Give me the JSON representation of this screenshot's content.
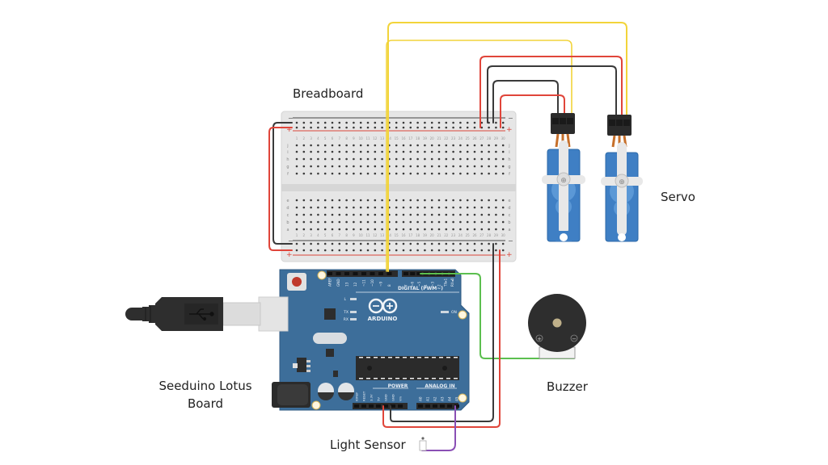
{
  "diagram": {
    "title": "Arduino circuit with breadboard, two servos, buzzer and light sensor",
    "labels": {
      "breadboard": "Breadboard",
      "servo": "Servo",
      "buzzer": "Buzzer",
      "board_line1": "Seeduino Lotus",
      "board_line2": "Board",
      "light_sensor": "Light Sensor"
    },
    "arduino": {
      "logo_text": "ARDUINO",
      "digital_header": "DIGITAL (PWM~)",
      "power_header": "POWER",
      "analog_header": "ANALOG IN",
      "on_label": "ON",
      "led_labels": [
        "L",
        "TX",
        "RX"
      ],
      "digital_pins_left": [
        "AREF",
        "GND",
        "13",
        "12",
        "~11",
        "~10",
        "~9",
        "8"
      ],
      "digital_pins_right": [
        "7",
        "~6",
        "~5",
        "4",
        "~3",
        "2",
        "TX▸1",
        "RX◂0"
      ],
      "power_pins": [
        "IOREF",
        "RESET",
        "3.3V",
        "5V",
        "GND",
        "GND",
        "Vin"
      ],
      "analog_pins": [
        "A0",
        "A1",
        "A2",
        "A3",
        "A4",
        "A5"
      ]
    },
    "breadboard": {
      "columns": 30,
      "top_rows": [
        "j",
        "i",
        "h",
        "g",
        "f"
      ],
      "bottom_rows": [
        "e",
        "d",
        "c",
        "b",
        "a"
      ],
      "rail_minus": "−",
      "rail_plus": "+"
    },
    "buzzer": {
      "plus": "+",
      "minus": "−"
    },
    "colors": {
      "wire_red": "#e0453a",
      "wire_black": "#3a3a3a",
      "wire_yellow": "#f2d43a",
      "wire_green": "#5cbf4f",
      "wire_purple": "#8a4fb5",
      "board_blue": "#3d6e9a",
      "servo_blue": "#3f7fc4",
      "breadboard_bg": "#e8e8e8"
    }
  }
}
